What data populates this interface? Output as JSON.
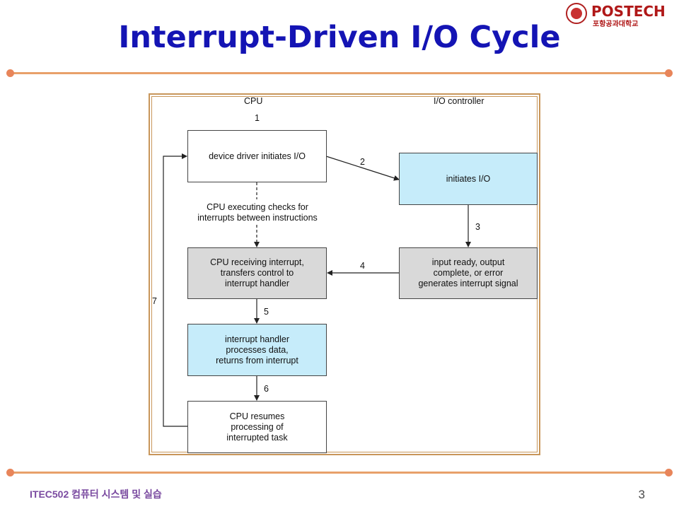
{
  "slide": {
    "title": "Interrupt-Driven I/O Cycle",
    "logo_name": "POSTECH",
    "logo_sub": "포항공과대학교",
    "footer": "ITEC502 컴퓨터 시스템 및 실습",
    "page_number": "3",
    "colors": {
      "title": "#1414b4",
      "rule": "#e8a06a",
      "blue_box": "#c6ecfa",
      "gray_box": "#d9d9d9"
    }
  },
  "diagram": {
    "col_cpu": "CPU",
    "col_io": "I/O controller",
    "steps": {
      "s1": "1",
      "s2": "2",
      "s3": "3",
      "s4": "4",
      "s5": "5",
      "s6": "6",
      "s7": "7"
    },
    "boxes": {
      "driver": "device driver initiates I/O",
      "initiates": "initiates I/O",
      "receiving": "CPU receiving interrupt,\ntransfers control to\ninterrupt handler",
      "ready": "input ready, output\ncomplete, or error\ngenerates interrupt signal",
      "handler": "interrupt handler\nprocesses data,\nreturns from interrupt",
      "resumes": "CPU resumes\nprocessing of\ninterrupted task"
    },
    "checking": "CPU executing checks for\ninterrupts between instructions"
  }
}
